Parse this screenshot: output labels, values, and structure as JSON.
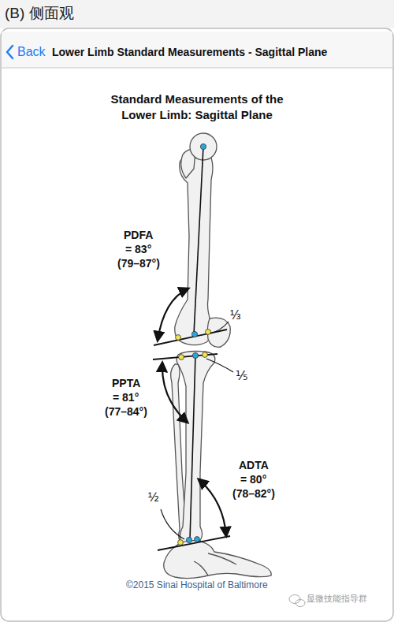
{
  "diagram": {
    "title": "Standard Measurements of the Lower Limb: Sagittal Plane",
    "labels": [
      "(B) 侧面观",
      "Back",
      "Lower Limb Standard Measurements - Sagittal Plane",
      "PDFA",
      "= 83°",
      "(79–87°)",
      "⅓",
      "PPTA",
      "= 81°",
      "(77–84°)",
      "⅕",
      "ADTA",
      "= 80°",
      "(78–82°)",
      "½",
      "©2015 Sinai Hospital of Baltimore",
      "显微技能指导群"
    ]
  }
}
